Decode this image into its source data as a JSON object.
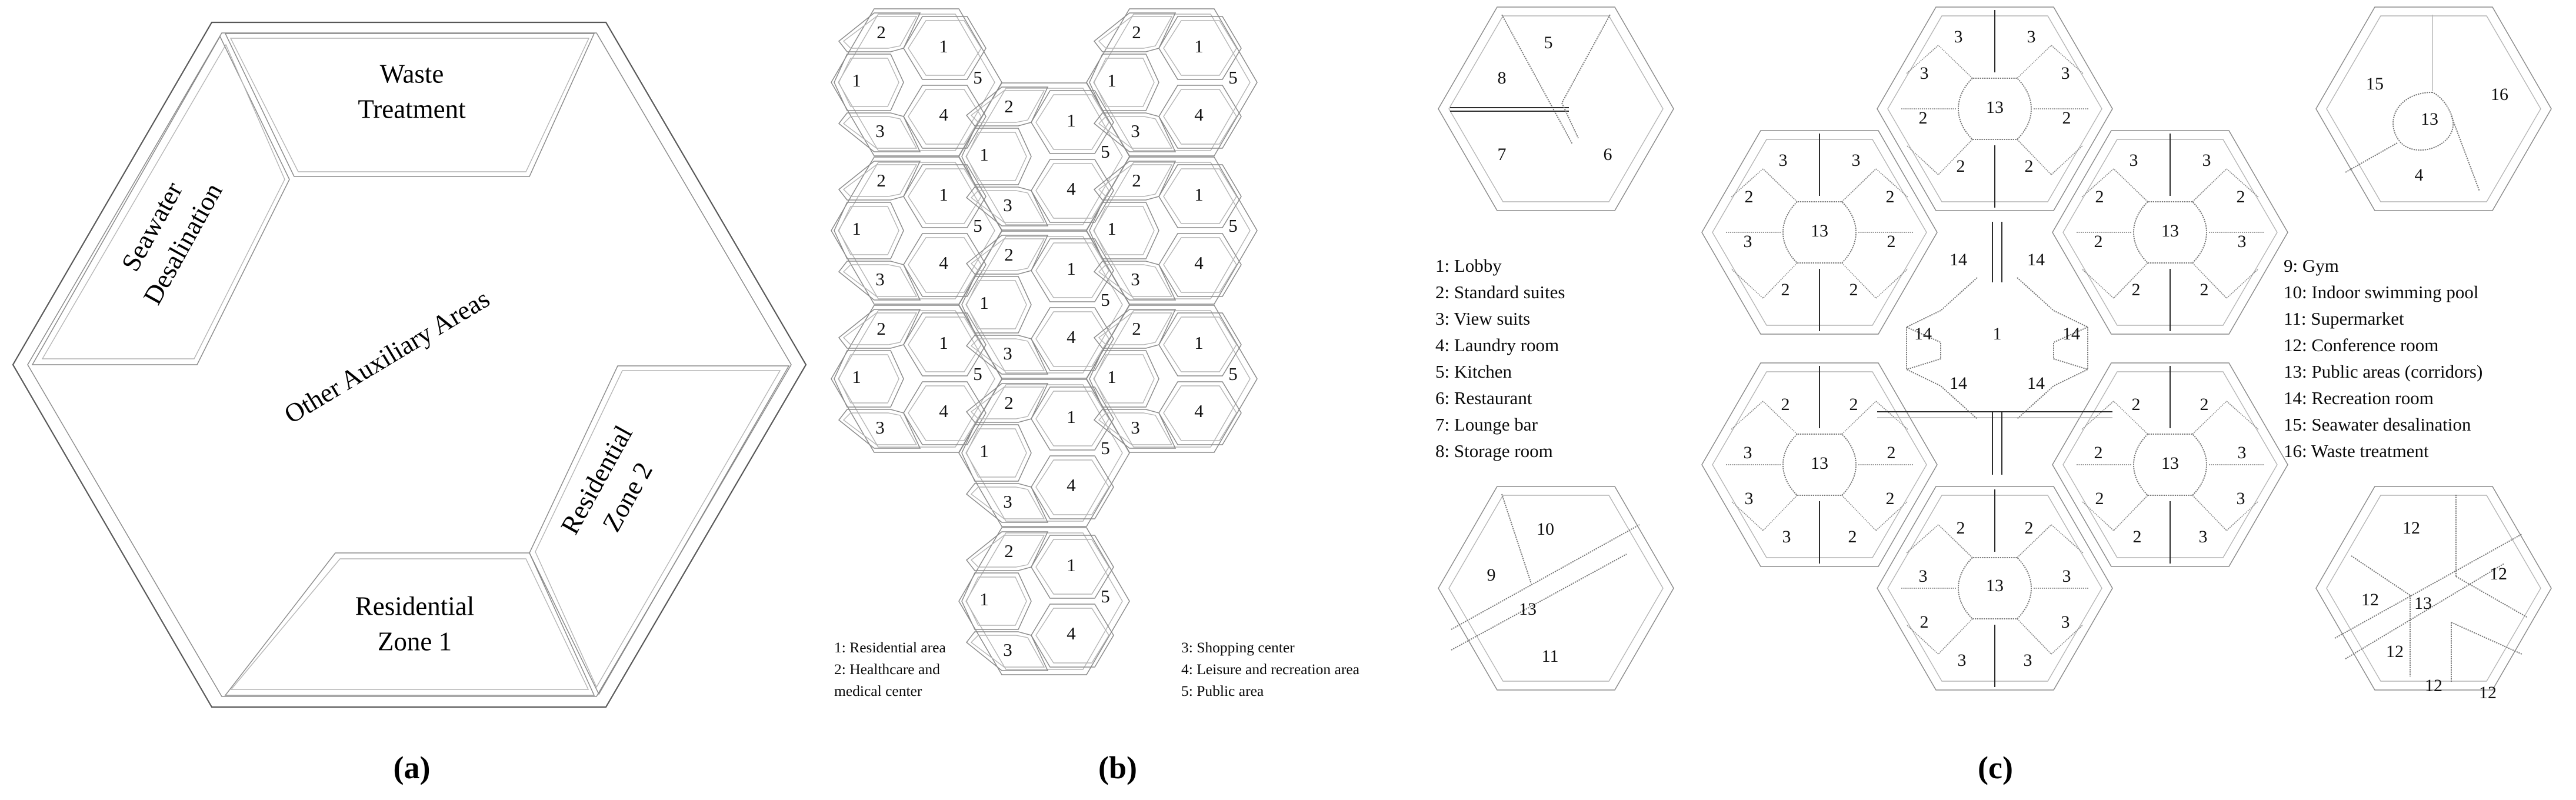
{
  "figure": {
    "panels": [
      {
        "id": "a",
        "caption": "(a)"
      },
      {
        "id": "b",
        "caption": "(b)"
      },
      {
        "id": "c",
        "caption": "(c)"
      }
    ]
  },
  "panel_a": {
    "caption": "(a)",
    "zones": [
      {
        "name": "waste-treatment",
        "label_line1": "Waste",
        "label_line2": "Treatment"
      },
      {
        "name": "seawater-desalination",
        "label_line1": "Seawater",
        "label_line2": "Desalination"
      },
      {
        "name": "other-auxiliary-areas",
        "label_line1": "Other Auxiliary Areas",
        "label_line2": ""
      },
      {
        "name": "residential-zone-2",
        "label_line1": "Residential",
        "label_line2": "Zone 2"
      },
      {
        "name": "residential-zone-1",
        "label_line1": "Residential",
        "label_line2": "Zone 1"
      }
    ],
    "waste_treatment": "Waste Treatment",
    "seawater_desalination": "Seawater Desalination",
    "other_auxiliary": "Other Auxiliary Areas",
    "residential_zone_2": "Residential Zone 2",
    "residential_zone_1": "Residential Zone 1"
  },
  "panel_b": {
    "caption": "(b)",
    "legend_left": [
      "1: Residential area",
      "2: Healthcare and",
      "    medical center"
    ],
    "legend_right": [
      "3: Shopping center",
      "4: Leisure and recreation area",
      "5: Public area"
    ],
    "legend": [
      {
        "key": "1",
        "label": "Residential area"
      },
      {
        "key": "2",
        "label": "Healthcare and medical center"
      },
      {
        "key": "3",
        "label": "Shopping center"
      },
      {
        "key": "4",
        "label": "Leisure and recreation area"
      },
      {
        "key": "5",
        "label": "Public area"
      }
    ],
    "cluster": {
      "columns": [
        {
          "name": "left-column",
          "hexagon_count": 3
        },
        {
          "name": "middle-column",
          "hexagon_count": 4
        },
        {
          "name": "right-column",
          "hexagon_count": 3
        }
      ],
      "hexagon_count": 10,
      "room_numbers_per_hexagon": [
        "2",
        "1",
        "1",
        "5",
        "3",
        "4"
      ]
    }
  },
  "panel_c": {
    "caption": "(c)",
    "legend_left": [
      "1: Lobby",
      "2: Standard suites",
      "3: View suits",
      "4: Laundry room",
      "5: Kitchen",
      "6: Restaurant",
      "7: Lounge bar",
      "8: Storage room"
    ],
    "legend_right": [
      "9: Gym",
      "10: Indoor swimming pool",
      "11: Supermarket",
      "12: Conference room",
      "13: Public areas (corridors)",
      "14: Recreation room",
      "15: Seawater desalination",
      "16: Waste treatment"
    ],
    "legend": [
      {
        "key": "1",
        "label": "Lobby"
      },
      {
        "key": "2",
        "label": "Standard suites"
      },
      {
        "key": "3",
        "label": "View suits"
      },
      {
        "key": "4",
        "label": "Laundry room"
      },
      {
        "key": "5",
        "label": "Kitchen"
      },
      {
        "key": "6",
        "label": "Restaurant"
      },
      {
        "key": "7",
        "label": "Lounge bar"
      },
      {
        "key": "8",
        "label": "Storage room"
      },
      {
        "key": "9",
        "label": "Gym"
      },
      {
        "key": "10",
        "label": "Indoor swimming pool"
      },
      {
        "key": "11",
        "label": "Supermarket"
      },
      {
        "key": "12",
        "label": "Conference room"
      },
      {
        "key": "13",
        "label": "Public areas (corridors)"
      },
      {
        "key": "14",
        "label": "Recreation room"
      },
      {
        "key": "15",
        "label": "Seawater desalination"
      },
      {
        "key": "16",
        "label": "Waste treatment"
      }
    ],
    "hexagons": {
      "top-left-service": {
        "rooms": [
          "5",
          "8",
          "7",
          "6"
        ]
      },
      "top-right-service": {
        "rooms": [
          "15",
          "13",
          "16",
          "4"
        ]
      },
      "bottom-left-service": {
        "rooms": [
          "10",
          "9",
          "13",
          "11"
        ]
      },
      "bottom-right-service": {
        "rooms": [
          "12",
          "12",
          "12",
          "13",
          "12",
          "12",
          "12"
        ]
      },
      "suite-top": {
        "rooms": [
          "3",
          "3",
          "3",
          "3",
          "13",
          "2",
          "2",
          "2",
          "2"
        ]
      },
      "suite-bottom": {
        "rooms": [
          "2",
          "2",
          "3",
          "3",
          "13",
          "2",
          "3",
          "3",
          "3"
        ]
      },
      "suite-left-upper": {
        "rooms": [
          "3",
          "3",
          "2",
          "2",
          "13",
          "3",
          "2",
          "2",
          "2"
        ]
      },
      "suite-right-upper": {
        "rooms": [
          "3",
          "3",
          "2",
          "2",
          "13",
          "3",
          "2",
          "2",
          "2"
        ]
      },
      "suite-left-lower": {
        "rooms": [
          "3",
          "3",
          "2",
          "2",
          "13",
          "3",
          "2",
          "2",
          "2"
        ]
      },
      "suite-right-lower": {
        "rooms": [
          "3",
          "3",
          "2",
          "2",
          "13",
          "3",
          "2",
          "2",
          "2"
        ]
      },
      "core": {
        "rooms": [
          "1",
          "14",
          "14",
          "14",
          "14",
          "14",
          "14"
        ]
      }
    }
  }
}
